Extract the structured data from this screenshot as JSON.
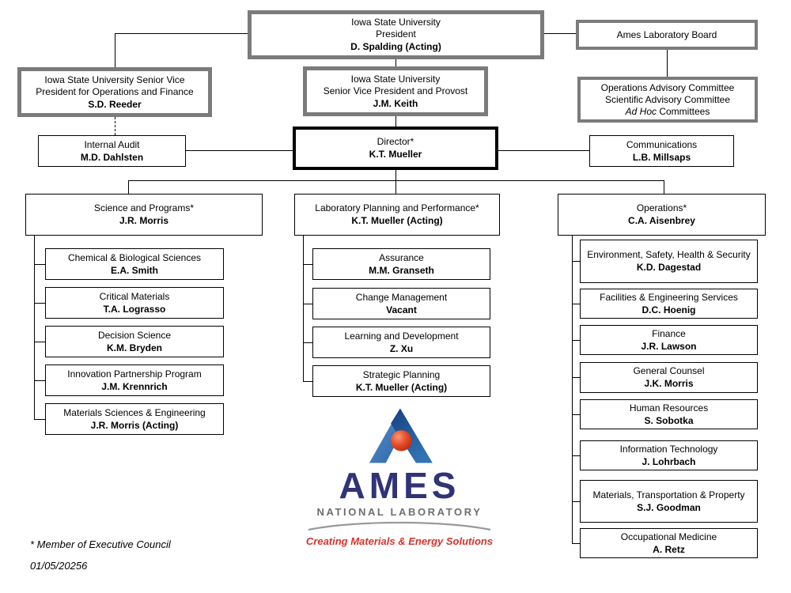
{
  "org": {
    "president": {
      "line1": "Iowa State University",
      "line2": "President",
      "name": "D. Spalding (Acting)"
    },
    "board": {
      "line1": "Ames Laboratory Board"
    },
    "svp_ops": {
      "line1": "Iowa State University Senior Vice",
      "line2": "President for Operations and Finance",
      "name": "S.D. Reeder"
    },
    "provost": {
      "line1": "Iowa State University",
      "line2": "Senior Vice President and Provost",
      "name": "J.M. Keith"
    },
    "committees": {
      "line1": "Operations Advisory Committee",
      "line2": "Scientific Advisory Committee",
      "line3_italic": "Ad Hoc",
      "line3_rest": " Committees"
    },
    "internal_audit": {
      "line1": "Internal Audit",
      "name": "M.D. Dahlsten"
    },
    "director": {
      "line1": "Director*",
      "name": "K.T. Mueller"
    },
    "communications": {
      "line1": "Communications",
      "name": "L.B. Millsaps"
    },
    "science": {
      "line1": "Science and Programs*",
      "name": "J.R. Morris"
    },
    "planning": {
      "line1": "Laboratory Planning and Performance*",
      "name": "K.T. Mueller (Acting)"
    },
    "operations": {
      "line1": "Operations*",
      "name": "C.A. Aisenbrey"
    },
    "science_children": [
      {
        "title": "Chemical & Biological Sciences",
        "name": "E.A. Smith"
      },
      {
        "title": "Critical Materials",
        "name": "T.A. Lograsso"
      },
      {
        "title": "Decision Science",
        "name": "K.M. Bryden"
      },
      {
        "title": "Innovation Partnership Program",
        "name": "J.M. Krennrich"
      },
      {
        "title": "Materials Sciences & Engineering",
        "name": "J.R. Morris (Acting)"
      }
    ],
    "planning_children": [
      {
        "title": "Assurance",
        "name": "M.M. Granseth"
      },
      {
        "title": "Change Management",
        "name": "Vacant"
      },
      {
        "title": "Learning and Development",
        "name": "Z. Xu"
      },
      {
        "title": "Strategic Planning",
        "name": "K.T. Mueller (Acting)"
      }
    ],
    "operations_children": [
      {
        "title": "Environment, Safety, Health & Security",
        "name": "K.D. Dagestad"
      },
      {
        "title": "Facilities & Engineering Services",
        "name": "D.C. Hoenig"
      },
      {
        "title": "Finance",
        "name": "J.R. Lawson"
      },
      {
        "title": "General Counsel",
        "name": "J.K. Morris"
      },
      {
        "title": "Human Resources",
        "name": "S. Sobotka"
      },
      {
        "title": "Information Technology",
        "name": "J. Lohrbach"
      },
      {
        "title": "Materials, Transportation & Property",
        "name": "S.J. Goodman"
      },
      {
        "title": "Occupational Medicine",
        "name": "A. Retz"
      }
    ]
  },
  "logo": {
    "wordmark": "AMES",
    "subtitle": "NATIONAL LABORATORY",
    "tagline": "Creating Materials & Energy Solutions",
    "colors": {
      "navy": "#2f3476",
      "gray": "#6d6e71",
      "red": "#d4342c",
      "blue_light": "#5b96cf",
      "blue_dark": "#16407f"
    }
  },
  "footnote": "* Member of Executive Council",
  "date": "01/05/20256"
}
